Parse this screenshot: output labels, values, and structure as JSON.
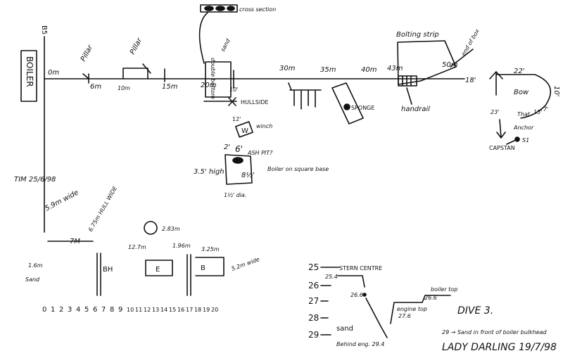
{
  "sheet": {
    "boiler_label": "BOILER",
    "b5_label": "B5",
    "tim_date": "TIM 25/6/98",
    "dive": "DIVE 3.",
    "vessel_date": "LADY DARLING 19/7/98"
  },
  "main_line": {
    "distances": [
      "0m",
      "6m",
      "10m",
      "15m",
      "20m",
      "30m",
      "35m",
      "40m",
      "43m",
      "50m"
    ],
    "pillar1": "Pillar",
    "pillar2": "Pillar",
    "cross_section": "cross section",
    "double_bottom": "double bottom",
    "sand": "sand",
    "ten": "10'",
    "hullside": "HULLSIDE",
    "sponge": "SPONGE",
    "bolting_strip": "Bolting strip",
    "handrail": "handrail",
    "end_of_box": "end of box",
    "winch": "winch",
    "w": "W",
    "twelve": "12'"
  },
  "bow": {
    "eighteen": "18'",
    "twentytwo": "22'",
    "bow": "Bow",
    "ten": "10'",
    "twentythree": "23'",
    "seventeen": "7'",
    "fifteen": "15'",
    "that": "That",
    "anchor": "Anchor",
    "s1": "S1",
    "capstan": "CAPSTAN"
  },
  "boiler_detail": {
    "top": "2'",
    "six": "6'",
    "ash_pit": "ASH PIT?",
    "high": "3.5' high",
    "eight": "8½'",
    "boiler_sq": "Boiler on square base",
    "dia": "1½' dia."
  },
  "lower": {
    "wide1": "5.9m wide",
    "hull_wide": "6.75m HULL WIDE",
    "seven_m": "7M",
    "one_six": "1.6m",
    "sand_v": "Sand",
    "circle": "2.83m",
    "w1": "12.7m",
    "w2": "1.96m",
    "w3": "3.25m",
    "bh": "BH",
    "e": "E",
    "b": "B",
    "wide2": "5.2m wide",
    "scale": [
      "0",
      "1",
      "2",
      "3",
      "4",
      "5",
      "6",
      "7",
      "8",
      "9",
      "10",
      "11",
      "12",
      "13",
      "14",
      "15",
      "16",
      "17",
      "18",
      "19",
      "20"
    ]
  },
  "depth": {
    "levels": [
      "25",
      "26",
      "27",
      "28",
      "29"
    ],
    "stern": "STERN CENTRE",
    "s1": "25.4",
    "s2": "26.6",
    "engine": "engine top",
    "engine_v": "27.6",
    "boiler_top": "boiler top",
    "boiler_v": "26.6",
    "sand": "sand",
    "behind": "Behind eng. 29.4",
    "note": "29 → Sand in front of boiler bulkhead"
  }
}
